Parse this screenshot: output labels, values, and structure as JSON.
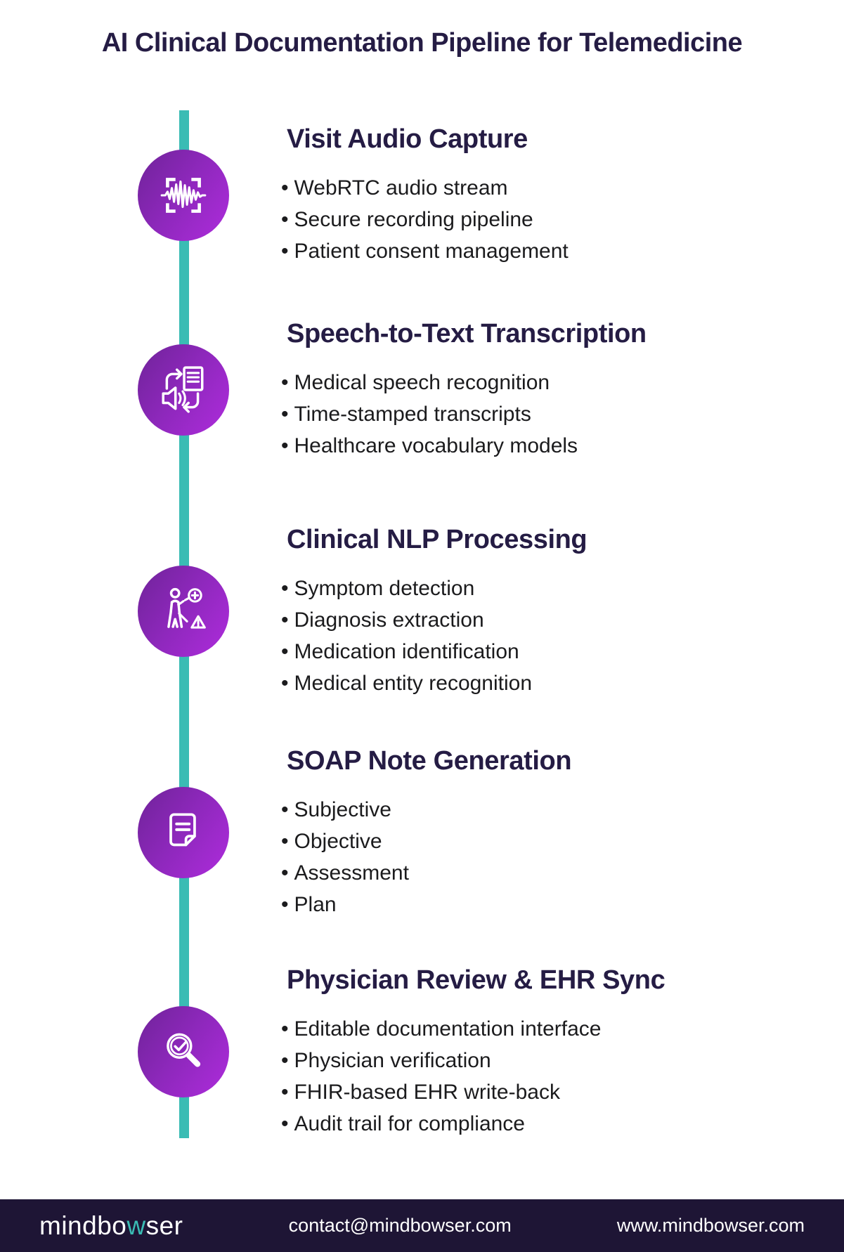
{
  "page": {
    "title": "AI Clinical Documentation Pipeline for Telemedicine"
  },
  "colors": {
    "title_text": "#251c44",
    "body_text": "#1b1b1d",
    "timeline_teal": "#3abcb4",
    "circle_gradient_start": "#6f2399",
    "circle_gradient_end": "#ae2cdc",
    "footer_background": "#1e1535",
    "icon_stroke": "#ffffff"
  },
  "timeline": {
    "steps": [
      {
        "icon": "audio-waveform-capture-icon",
        "title": "Visit Audio Capture",
        "bullets": [
          "WebRTC audio stream",
          "Secure recording pipeline",
          "Patient consent management"
        ]
      },
      {
        "icon": "speech-to-text-icon",
        "title": "Speech-to-Text Transcription",
        "bullets": [
          "Medical speech recognition",
          "Time-stamped transcripts",
          "Healthcare vocabulary models"
        ]
      },
      {
        "icon": "patient-symptom-analysis-icon",
        "title": "Clinical NLP Processing",
        "bullets": [
          "Symptom detection",
          "Diagnosis extraction",
          "Medication identification",
          "Medical entity recognition"
        ]
      },
      {
        "icon": "note-document-icon",
        "title": "SOAP Note Generation",
        "bullets": [
          "Subjective",
          "Objective",
          "Assessment",
          "Plan"
        ]
      },
      {
        "icon": "magnifier-check-icon",
        "title": "Physician Review & EHR Sync",
        "bullets": [
          "Editable documentation interface",
          "Physician verification",
          "FHIR-based EHR write-back",
          "Audit trail for compliance"
        ]
      }
    ]
  },
  "footer": {
    "logo": {
      "prefix": "mindbo",
      "accent": "w",
      "suffix": "ser"
    },
    "email": "contact@mindbowser.com",
    "website": "www.mindbowser.com"
  }
}
